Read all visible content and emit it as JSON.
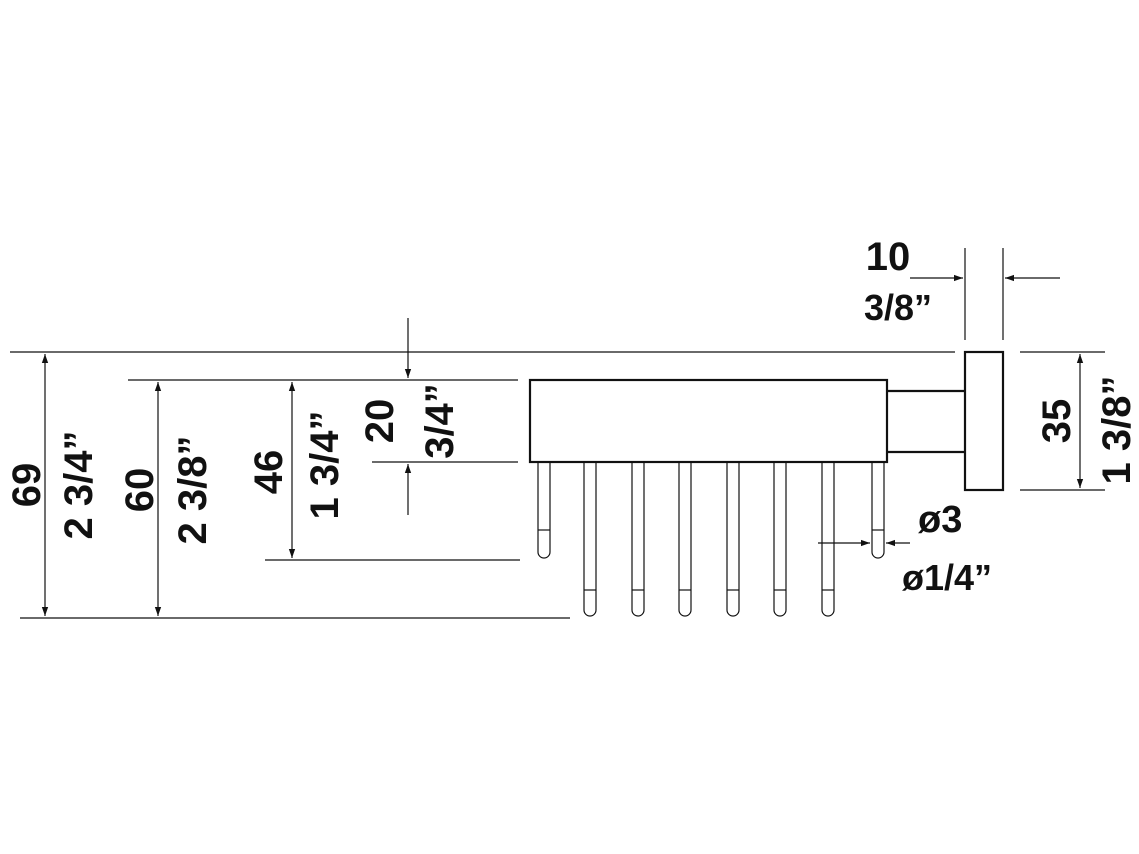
{
  "dimensions": {
    "width_10_mm": "10",
    "width_10_in": "3/8”",
    "height_69_mm": "69",
    "height_69_in": "2 3/4”",
    "height_60_mm": "60",
    "height_60_in": "2 3/8”",
    "height_46_mm": "46",
    "height_46_in": "1 3/4”",
    "height_20_mm": "20",
    "height_20_in": "3/4”",
    "height_35_mm": "35",
    "height_35_in": "1 3/8”",
    "diameter_mm": "ø3",
    "diameter_in": "ø1/4”"
  },
  "colors": {
    "line": "#111111",
    "background": "#ffffff"
  }
}
